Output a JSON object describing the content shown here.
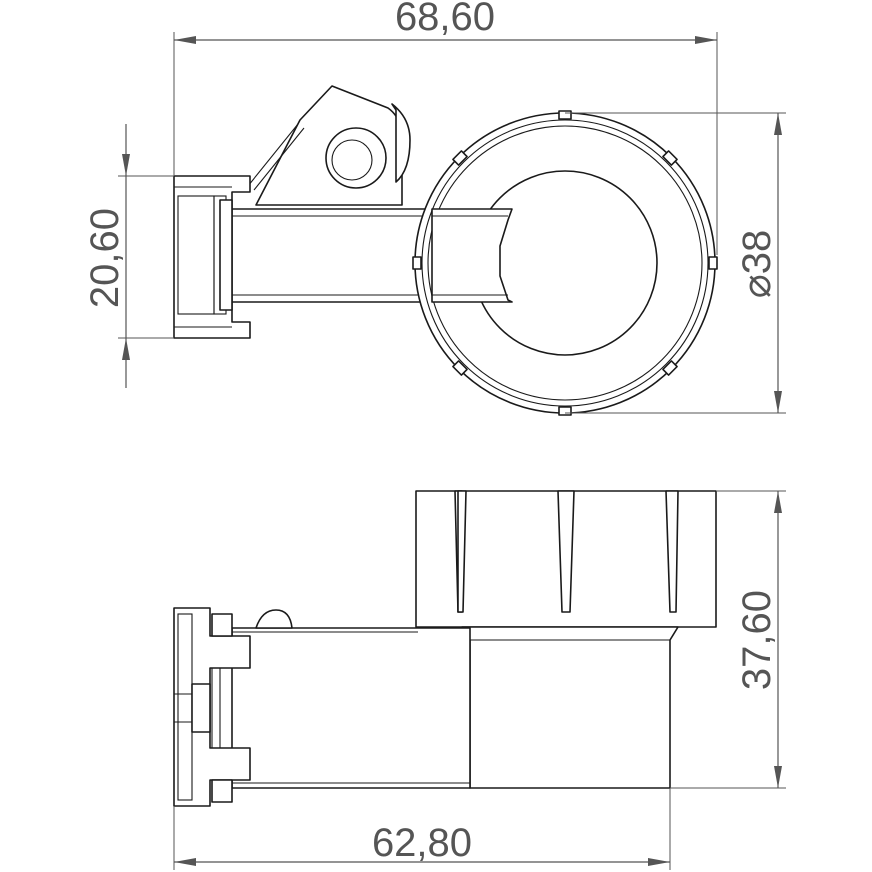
{
  "dimensions": {
    "top_width": "68,60",
    "clamp_height": "20,60",
    "ring_diameter": "38",
    "diameter_symbol": "⌀",
    "side_height": "37,60",
    "side_width": "62,80"
  },
  "colors": {
    "outline": "#1a1a1a",
    "dimension": "#555555",
    "background": "#ffffff"
  }
}
